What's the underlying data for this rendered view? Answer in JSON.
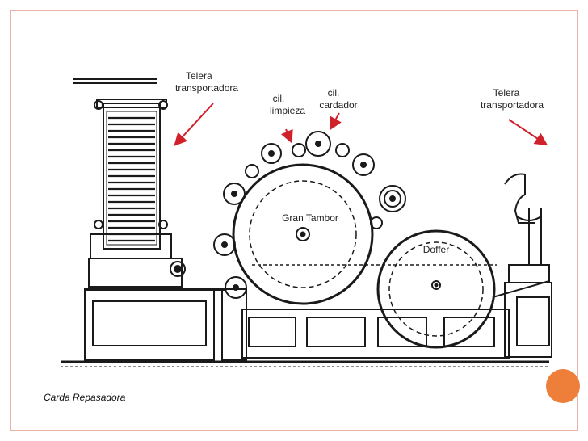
{
  "labels": {
    "telera_left": [
      "Telera",
      "transportadora"
    ],
    "cil_limpieza": [
      "cil.",
      "limpieza"
    ],
    "cil_cardador": [
      "cil.",
      "cardador"
    ],
    "telera_right": [
      "Telera",
      "transportadora"
    ],
    "gran_tambor": "Gran Tambor",
    "doffer": "Doffer"
  },
  "caption": "Carda Repasadora",
  "colors": {
    "frame_border": "#e8b5a6",
    "accent": "#ee7f3b",
    "arrow": "#d0202a",
    "ink": "#1a1a1a"
  }
}
